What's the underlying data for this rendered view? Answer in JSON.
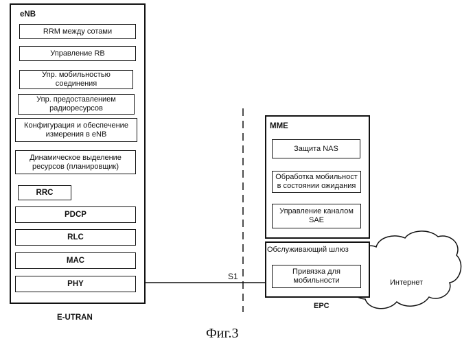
{
  "enb": {
    "title": "eNB",
    "functions": [
      "RRM между сотами",
      "Управление RB",
      "Упр. мобильностью соединения",
      "Упр. предоставлением радиоресурсов",
      "Конфигурация и обеспечение измерения в eNB",
      "Динамическое выделение ресурсов (планировщик)"
    ],
    "rrc": "RRC",
    "stack": [
      "PDCP",
      "RLC",
      "MAC",
      "PHY"
    ],
    "label": "E-UTRAN"
  },
  "interface": {
    "label": "S1"
  },
  "epc": {
    "mme_title": "MME",
    "mme_functions": [
      "Защита NAS",
      "Обработка мобильност в состоянии ожидания",
      "Управление каналом SAE"
    ],
    "gateway_title": "Обслуживающий шлюз",
    "gateway_function": "Привязка для мобильности",
    "label": "EPC"
  },
  "internet": {
    "label": "Интернет"
  },
  "caption": "Фиг.3"
}
